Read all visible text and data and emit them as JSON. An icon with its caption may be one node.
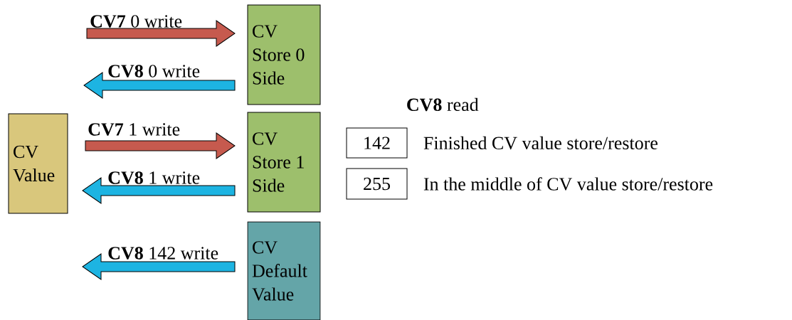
{
  "diagram": {
    "nodes": [
      {
        "text": [
          "CV Value"
        ]
      },
      {
        "text": [
          "CV Store 0 Side"
        ]
      },
      {
        "text": [
          "CV Store 1 Side"
        ]
      },
      {
        "text": [
          "CV Default Value"
        ]
      },
      {
        "text": [
          "142"
        ],
        "beside": [
          "Finished CV value store/restore"
        ]
      },
      {
        "text": [
          "255"
        ],
        "beside": [
          "In the middle of CV value store/restore"
        ]
      }
    ],
    "edges": [
      {
        "from": null,
        "to": 1,
        "arrow": "to",
        "label": "**CV7** 0 write",
        "color": "#c65a4e"
      },
      {
        "from": 1,
        "to": null,
        "arrow": "to",
        "label": "**CV8** 0 write"
      },
      {
        "from": null,
        "to": 2,
        "arrow": "to",
        "label": "**CV7** 1 write",
        "color": "#c65a4e"
      },
      {
        "from": 2,
        "to": null,
        "arrow": "to",
        "label": "**CV8** 1 write"
      },
      {
        "from": 3,
        "to": null,
        "arrow": "to",
        "label": "**CV8** 142 write"
      }
    ],
    "labels": [
      "**CV8** read"
    ]
  }
}
